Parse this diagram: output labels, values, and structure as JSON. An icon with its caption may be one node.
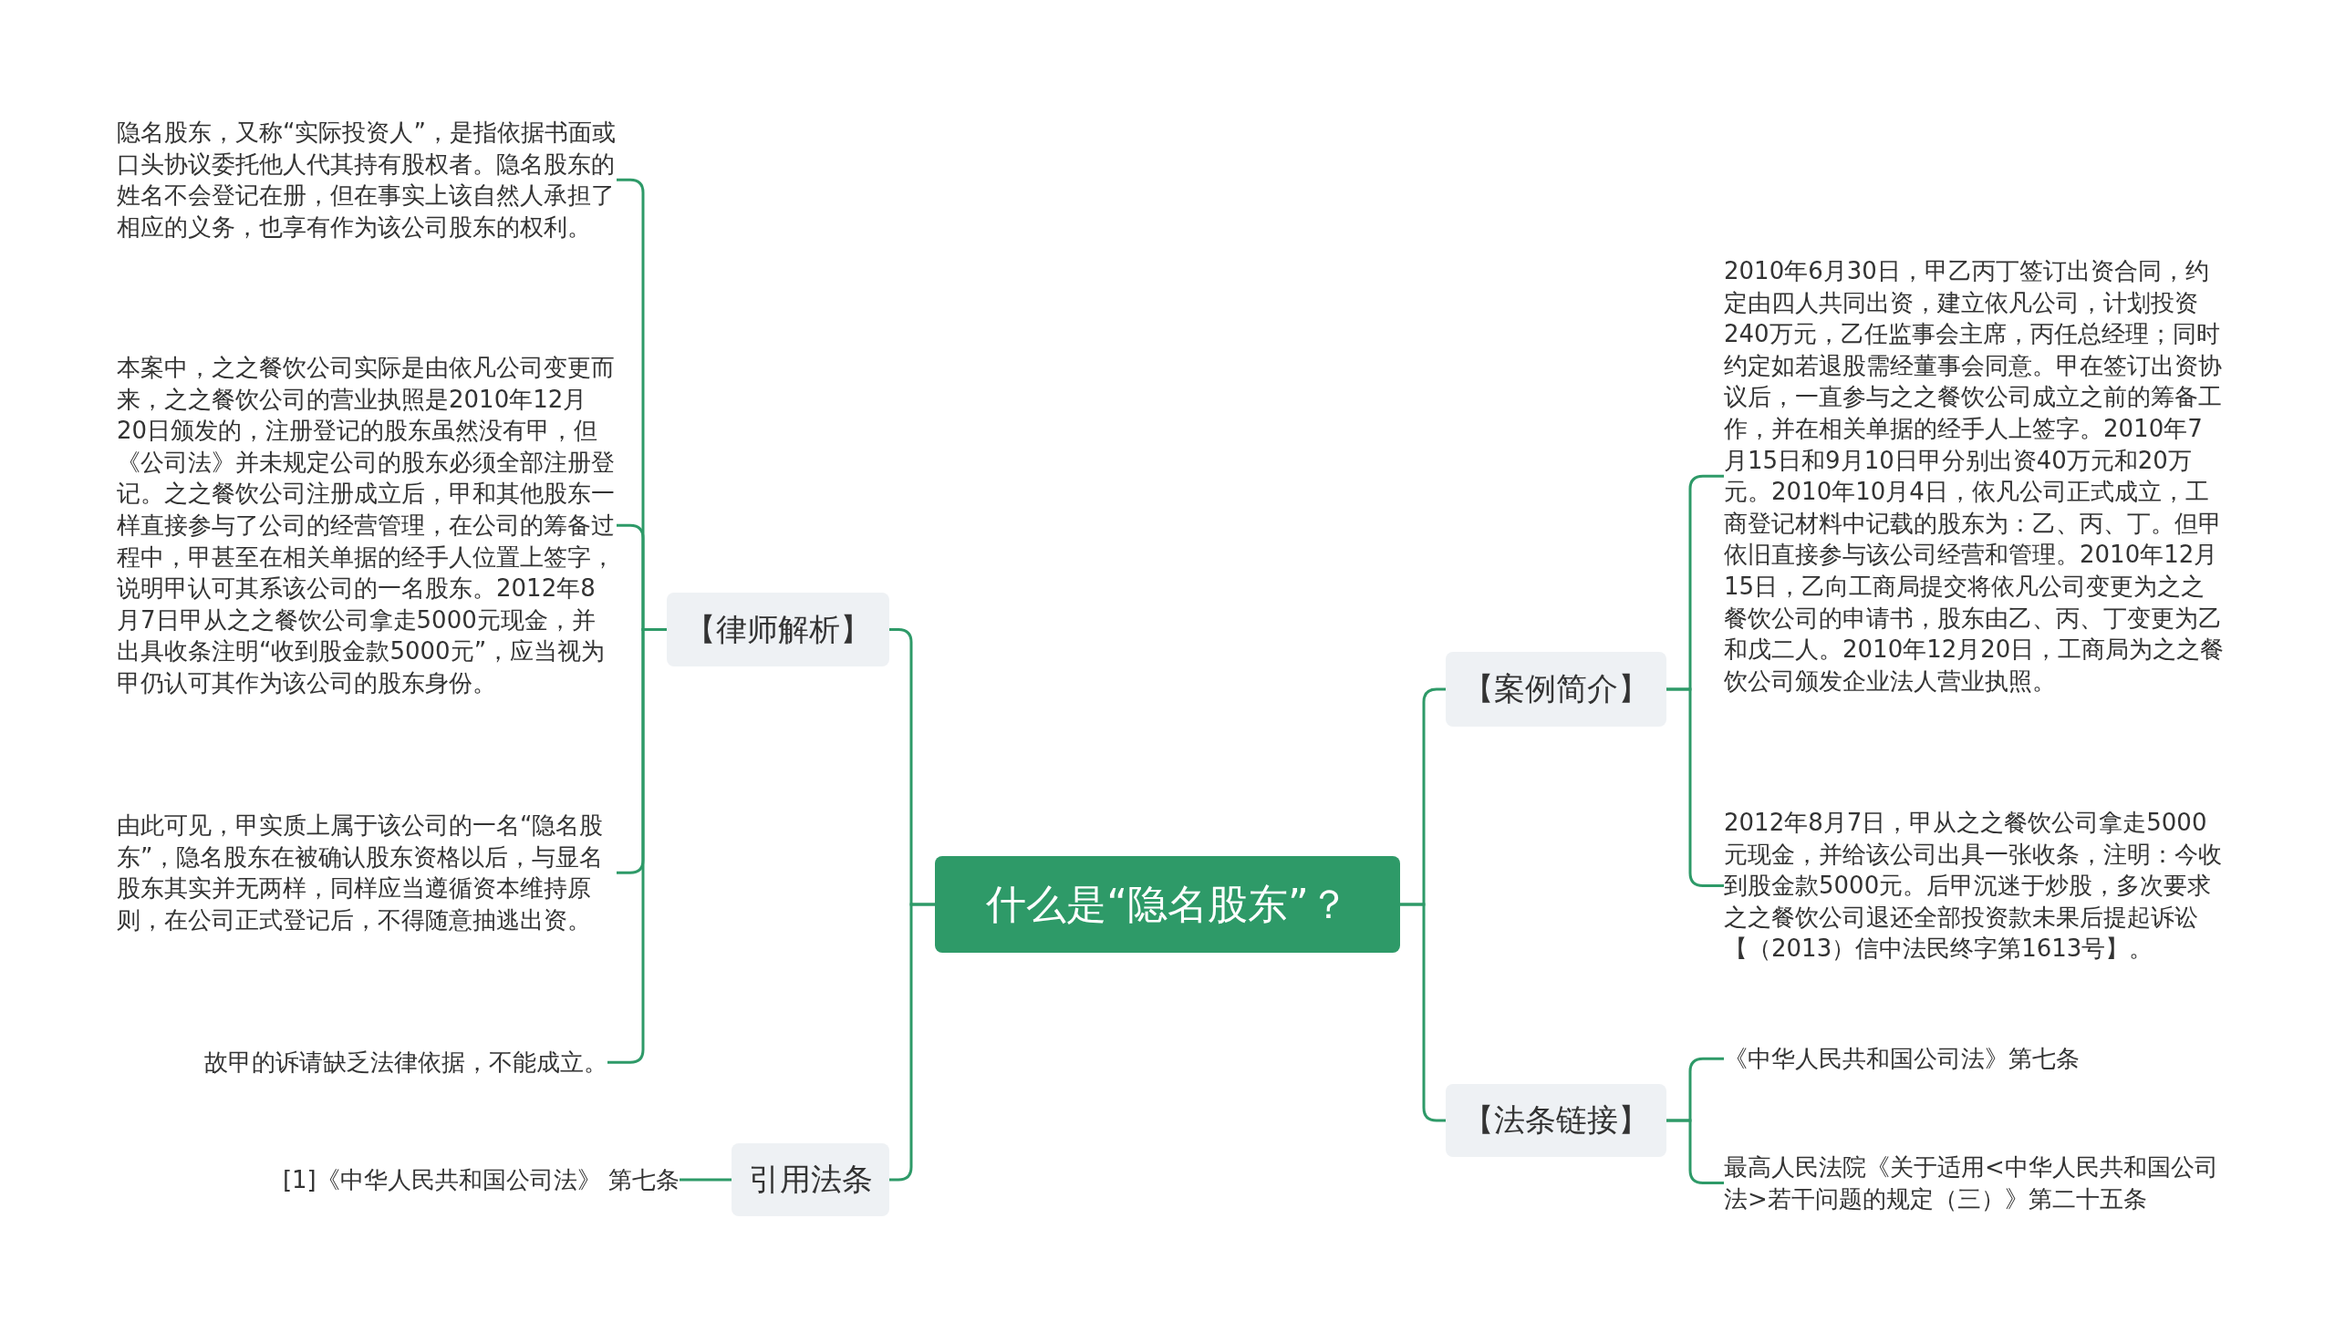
{
  "diagram": {
    "nodes": [
      {
        "text": [
          "什么是“隐名股东”？"
        ]
      },
      {
        "text": [
          "【律师解析】"
        ]
      },
      {
        "text": [
          "隐名股东，又称“实际投资人”，是指依据书面或口头协议委托他人代其持有股权者。隐名股东的姓名不会登记在册，但在事实上该自然人承担了相应的义务，也享有作为该公司股东的权利。"
        ]
      },
      {
        "text": [
          "本案中，之之餐饮公司实际是由依凡公司变更而来，之之餐饮公司的营业执照是2010年12月20日颁发的，注册登记的股东虽然没有甲，但《公司法》并未规定公司的股东必须全部注册登记。之之餐饮公司注册成立后，甲和其他股东一样直接参与了公司的经营管理，在公司的筹备过程中，甲甚至在相关单据的经手人位置上签字，说明甲认可其系该公司的一名股东。2012年8月7日甲从之之餐饮公司拿走5000元现金，并出具收条注明“收到股金款5000元”，应当视为甲仍认可其作为该公司的股东身份。"
        ]
      },
      {
        "text": [
          "由此可见，甲实质上属于该公司的一名“隐名股东”，隐名股东在被确认股东资格以后，与显名股东其实并无两样，同样应当遵循资本维持原则，在公司正式登记后，不得随意抽逃出资。"
        ]
      },
      {
        "text": [
          "故甲的诉请缺乏法律依据，不能成立。"
        ]
      },
      {
        "text": [
          "引用法条"
        ]
      },
      {
        "text": [
          "[1]《中华人民共和国公司法》 第七条"
        ]
      },
      {
        "text": [
          "【案例简介】"
        ]
      },
      {
        "text": [
          "2010年6月30日，甲乙丙丁签订出资合同，约定由四人共同出资，建立依凡公司，计划投资240万元，乙任监事会主席，丙任总经理；同时约定如若退股需经董事会同意。甲在签订出资协议后，一直参与之之餐饮公司成立之前的筹备工作，并在相关单据的经手人上签字。2010年7月15日和9月10日甲分别出资40万元和20万元。2010年10月4日，依凡公司正式成立，工商登记材料中记载的股东为：乙、丙、丁。但甲依旧直接参与该公司经营和管理。2010年12月15日，乙向工商局提交将依凡公司变更为之之餐饮公司的申请书，股东由乙、丙、丁变更为乙和戊二人。2010年12月20日，工商局为之之餐饮公司颁发企业法人营业执照。"
        ]
      },
      {
        "text": [
          "2012年8月7日，甲从之之餐饮公司拿走5000元现金，并给该公司出具一张收条，注明：今收到股金款5000元。后甲沉迷于炒股，多次要求之之餐饮公司退还全部投资款未果后提起诉讼【（2013）信中法民终字第1613号】。"
        ]
      },
      {
        "text": [
          "【法条链接】"
        ]
      },
      {
        "text": [
          "《中华人民共和国公司法》第七条"
        ]
      },
      {
        "text": [
          "最高人民法院《关于适用<中华人民共和国公司法>若干问题的规定（三）》第二十五条"
        ]
      }
    ],
    "edges": [
      {
        "from": 0,
        "to": 1,
        "arrow": "none"
      },
      {
        "from": 0,
        "to": 6,
        "arrow": "none"
      },
      {
        "from": 0,
        "to": 8,
        "arrow": "none"
      },
      {
        "from": 0,
        "to": 11,
        "arrow": "none"
      },
      {
        "from": 1,
        "to": 2,
        "arrow": "none"
      },
      {
        "from": 1,
        "to": 3,
        "arrow": "none"
      },
      {
        "from": 1,
        "to": 4,
        "arrow": "none"
      },
      {
        "from": 1,
        "to": 5,
        "arrow": "none"
      },
      {
        "from": 6,
        "to": 7,
        "arrow": "none"
      },
      {
        "from": 8,
        "to": 9,
        "arrow": "none"
      },
      {
        "from": 8,
        "to": 10,
        "arrow": "none"
      },
      {
        "from": 11,
        "to": 12,
        "arrow": "none"
      },
      {
        "from": 11,
        "to": 13,
        "arrow": "none"
      }
    ]
  }
}
